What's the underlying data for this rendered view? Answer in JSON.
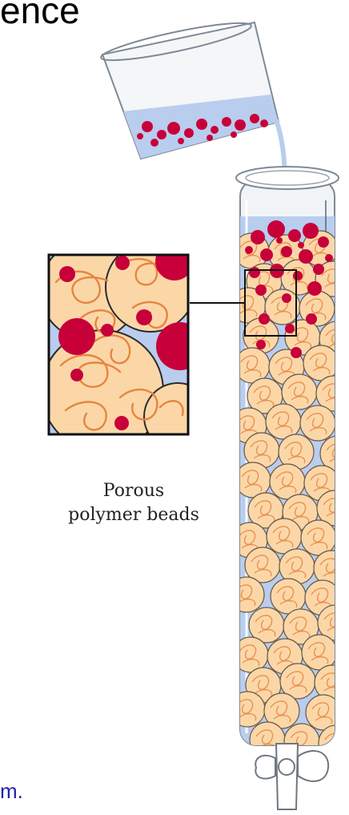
{
  "title": "ence",
  "caption": {
    "line1": "Porous",
    "line2": "polymer beads"
  },
  "footer": "m.",
  "colors": {
    "buffer": "#b9cdee",
    "bead_fill": "#fbd7a8",
    "bead_fiber": "#e8843f",
    "protein": "#c8003a",
    "glass": "#7f8a95"
  },
  "icons": [
    "beaker-icon",
    "chromatography-column-icon",
    "stopcock-icon",
    "magnifier-inset-icon"
  ]
}
